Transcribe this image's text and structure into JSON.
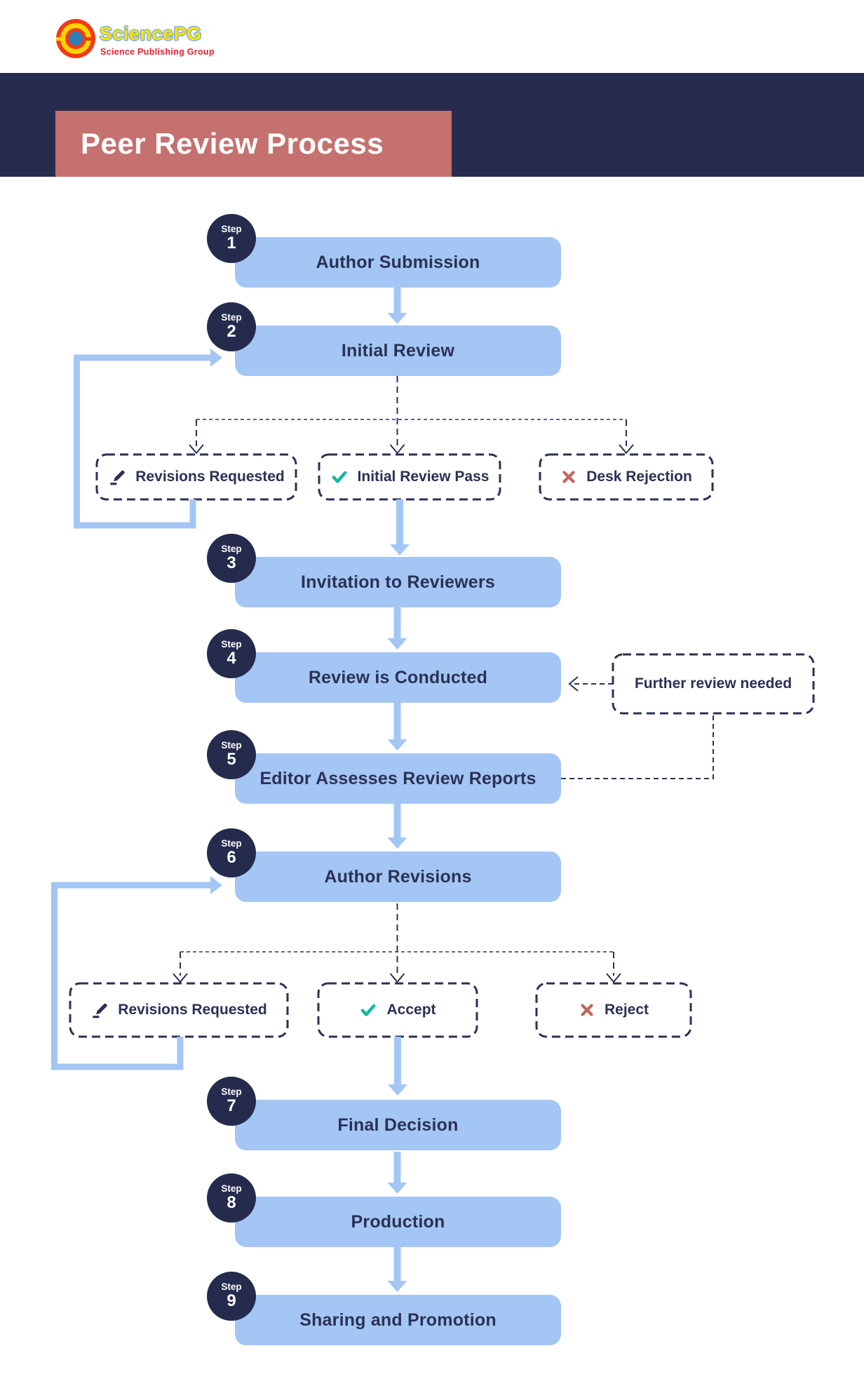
{
  "brand": {
    "name": "SciencePG",
    "tagline": "Science Publishing Group",
    "logo_icon": "concentric-rings-logo"
  },
  "title": "Peer Review Process",
  "steps": [
    {
      "prefix": "Step",
      "number": "1",
      "label": "Author Submission"
    },
    {
      "prefix": "Step",
      "number": "2",
      "label": "Initial Review"
    },
    {
      "prefix": "Step",
      "number": "3",
      "label": "Invitation to Reviewers"
    },
    {
      "prefix": "Step",
      "number": "4",
      "label": "Review is Conducted"
    },
    {
      "prefix": "Step",
      "number": "5",
      "label": "Editor Assesses Review Reports"
    },
    {
      "prefix": "Step",
      "number": "6",
      "label": "Author Revisions"
    },
    {
      "prefix": "Step",
      "number": "7",
      "label": "Final Decision"
    },
    {
      "prefix": "Step",
      "number": "8",
      "label": "Production"
    },
    {
      "prefix": "Step",
      "number": "9",
      "label": "Sharing and Promotion"
    }
  ],
  "branch_rows": {
    "after_step_2": [
      {
        "icon": "pencil-icon",
        "label": "Revisions Requested"
      },
      {
        "icon": "check-icon",
        "label": "Initial Review Pass"
      },
      {
        "icon": "x-icon",
        "label": "Desk Rejection"
      }
    ],
    "after_step_6": [
      {
        "icon": "pencil-icon",
        "label": "Revisions Requested"
      },
      {
        "icon": "check-icon",
        "label": "Accept"
      },
      {
        "icon": "x-icon",
        "label": "Reject"
      }
    ]
  },
  "note": {
    "label": "Further review needed"
  },
  "colors": {
    "navy_band": "#272c4e",
    "badge_navy": "#252b4c",
    "ink_navy": "#2b3154",
    "box_blue": "#a4c6f5",
    "arrow_blue": "#a4c6f5",
    "title_salmon": "#c57170",
    "check_teal": "#14b8a6",
    "cross_red": "#c4635e",
    "logo_red": "#f23a17",
    "logo_yellow": "#ffd400",
    "logo_blue": "#2e7fb5",
    "tagline_red": "#e8232e"
  }
}
